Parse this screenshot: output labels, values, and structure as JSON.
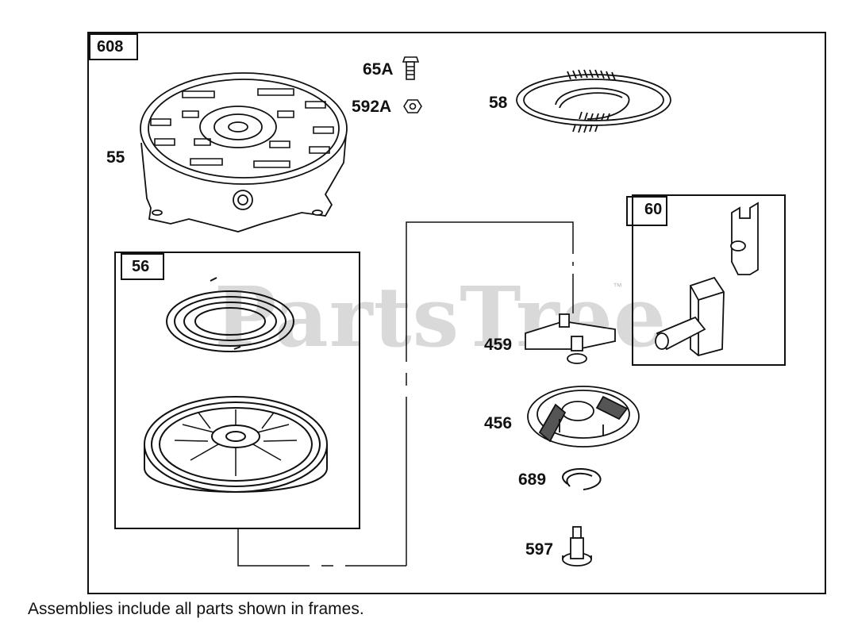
{
  "watermark": {
    "text": "PartsTree",
    "trademark": "™"
  },
  "frames": {
    "main": "608",
    "assembly_56": "56",
    "assembly_60": "60"
  },
  "parts": [
    {
      "id": "65A",
      "name": "screw"
    },
    {
      "id": "592A",
      "name": "nut"
    },
    {
      "id": "58",
      "name": "rope"
    },
    {
      "id": "55",
      "name": "starter housing"
    },
    {
      "id": "56",
      "name": "pulley and spring"
    },
    {
      "id": "60",
      "name": "handle"
    },
    {
      "id": "459",
      "name": "pawl"
    },
    {
      "id": "456",
      "name": "retainer"
    },
    {
      "id": "689",
      "name": "clip"
    },
    {
      "id": "597",
      "name": "screw"
    }
  ],
  "footnote": "Assemblies include all parts shown in frames.",
  "colors": {
    "line": "#111111",
    "watermark": "#d9d9d9",
    "background": "#ffffff"
  }
}
